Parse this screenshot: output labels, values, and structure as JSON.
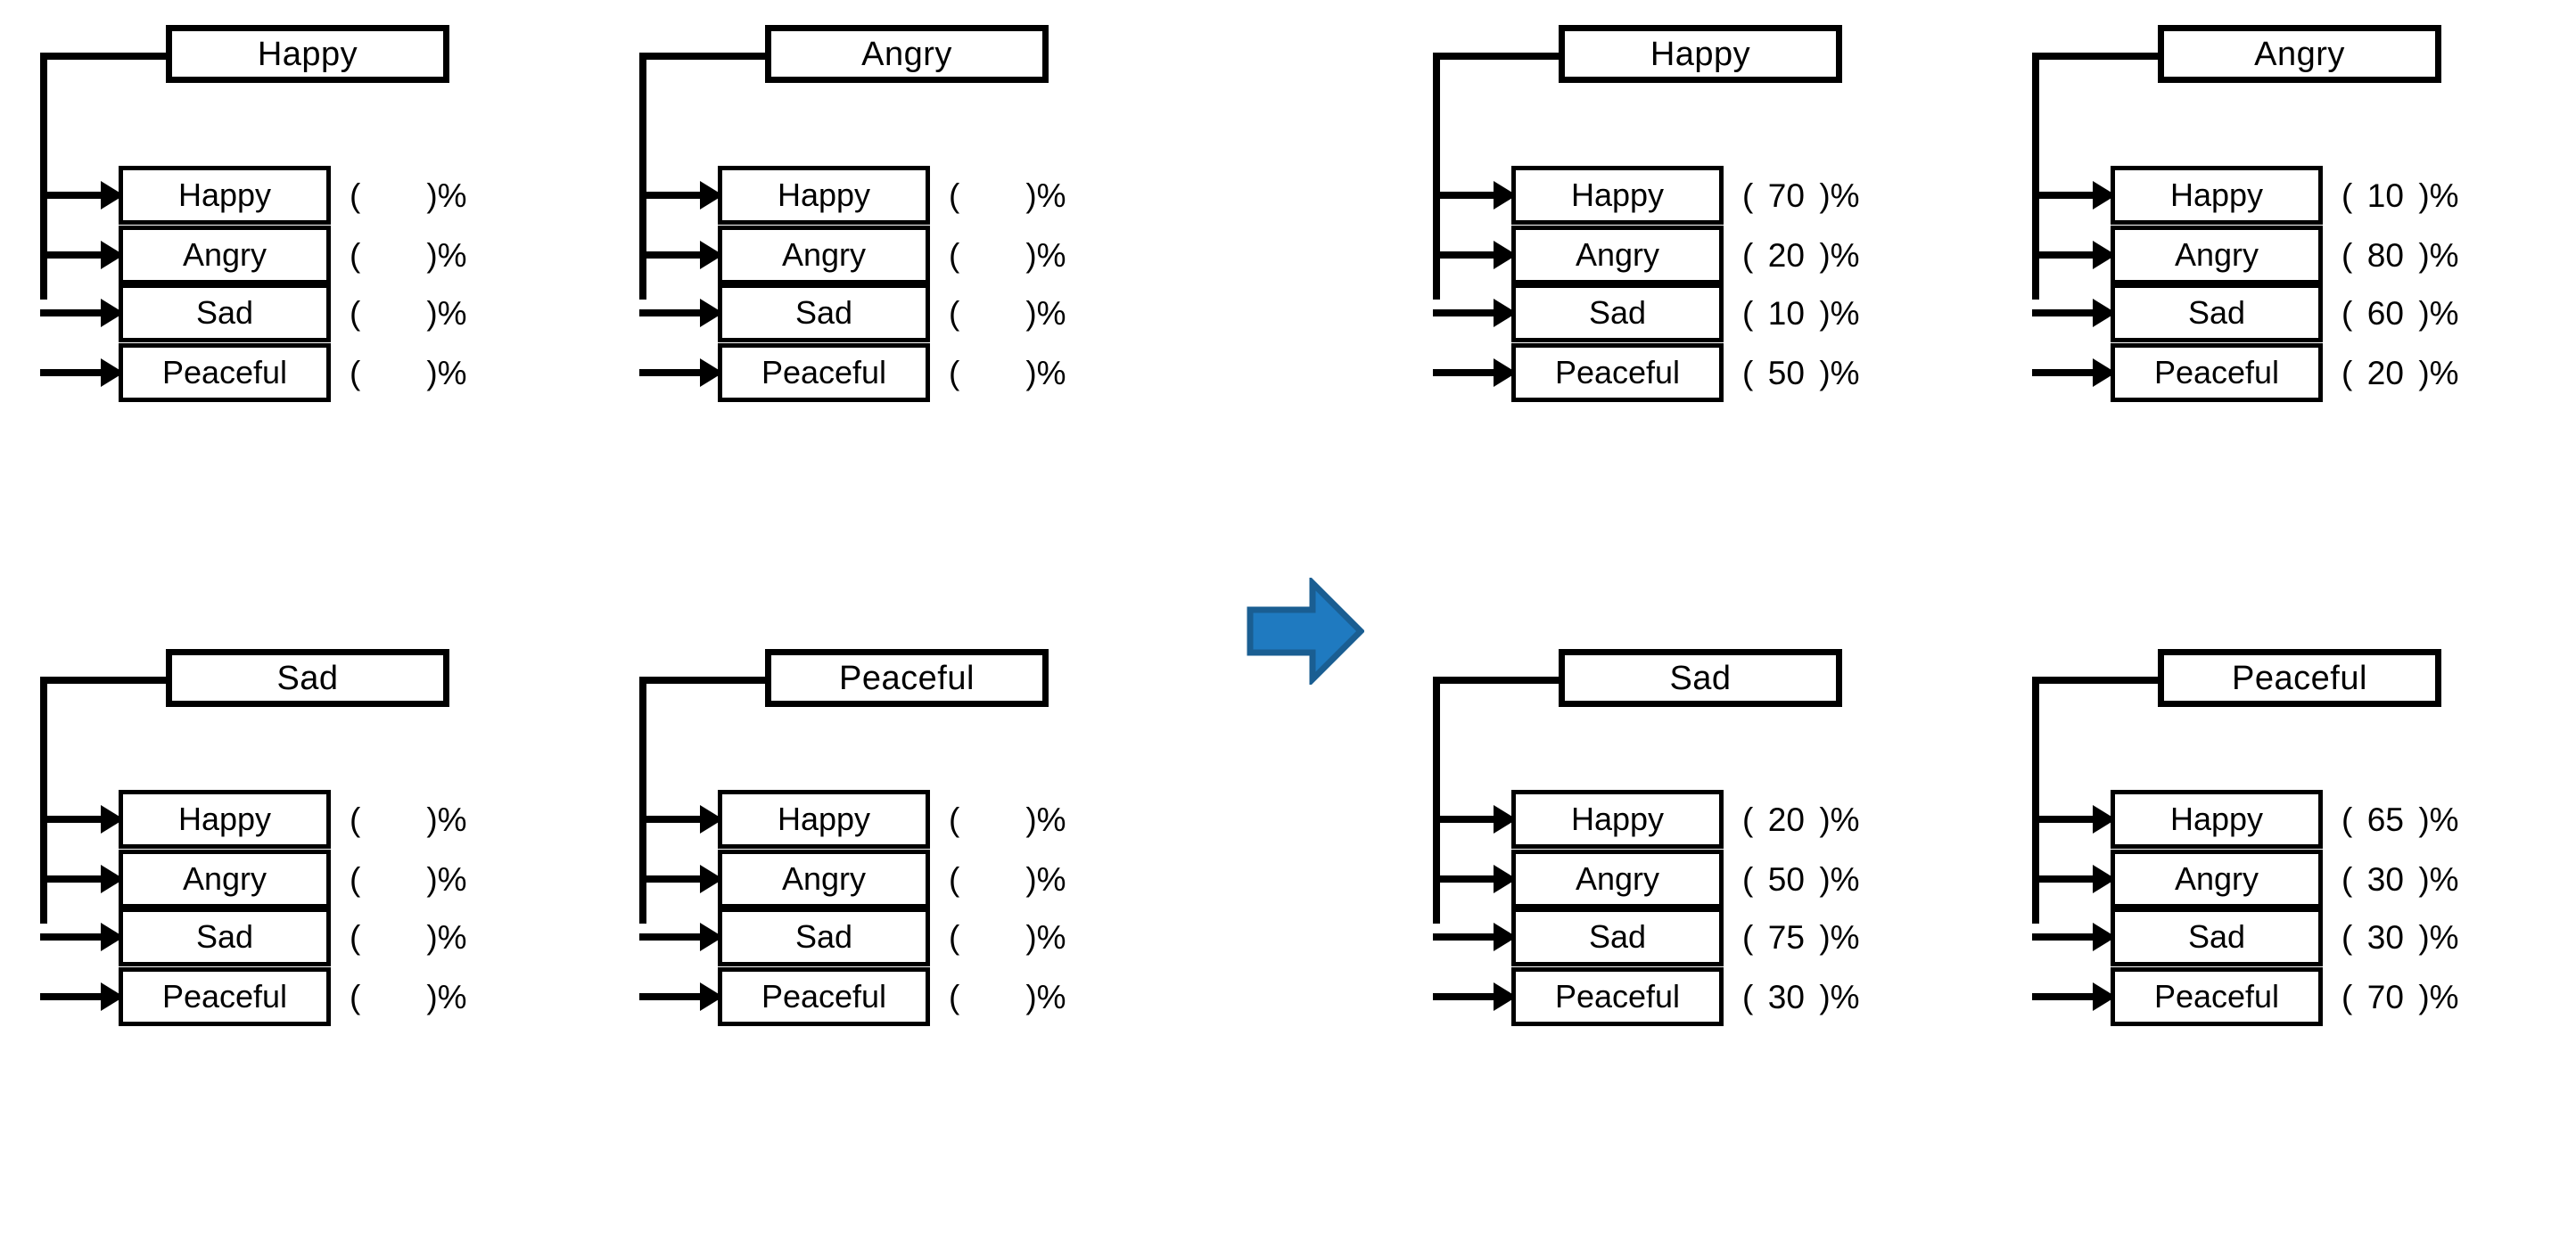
{
  "diagram": {
    "title_absent": true,
    "labels": {
      "percent_open": "(",
      "percent_close": ")%",
      "empty_value": ""
    },
    "transition_icon": {
      "name": "right-arrow-icon",
      "fill_color": "#1F7AC0",
      "stroke_color": "#1A5E92"
    },
    "left_panel": {
      "groups": [
        {
          "header": "Happy",
          "rows": [
            {
              "label": "Happy",
              "value": ""
            },
            {
              "label": "Angry",
              "value": ""
            },
            {
              "label": "Sad",
              "value": ""
            },
            {
              "label": "Peaceful",
              "value": ""
            }
          ]
        },
        {
          "header": "Angry",
          "rows": [
            {
              "label": "Happy",
              "value": ""
            },
            {
              "label": "Angry",
              "value": ""
            },
            {
              "label": "Sad",
              "value": ""
            },
            {
              "label": "Peaceful",
              "value": ""
            }
          ]
        },
        {
          "header": "Sad",
          "rows": [
            {
              "label": "Happy",
              "value": ""
            },
            {
              "label": "Angry",
              "value": ""
            },
            {
              "label": "Sad",
              "value": ""
            },
            {
              "label": "Peaceful",
              "value": ""
            }
          ]
        },
        {
          "header": "Peaceful",
          "rows": [
            {
              "label": "Happy",
              "value": ""
            },
            {
              "label": "Angry",
              "value": ""
            },
            {
              "label": "Sad",
              "value": ""
            },
            {
              "label": "Peaceful",
              "value": ""
            }
          ]
        }
      ]
    },
    "right_panel": {
      "groups": [
        {
          "header": "Happy",
          "rows": [
            {
              "label": "Happy",
              "value": "70"
            },
            {
              "label": "Angry",
              "value": "20"
            },
            {
              "label": "Sad",
              "value": "10"
            },
            {
              "label": "Peaceful",
              "value": "50"
            }
          ]
        },
        {
          "header": "Angry",
          "rows": [
            {
              "label": "Happy",
              "value": "10"
            },
            {
              "label": "Angry",
              "value": "80"
            },
            {
              "label": "Sad",
              "value": "60"
            },
            {
              "label": "Peaceful",
              "value": "20"
            }
          ]
        },
        {
          "header": "Sad",
          "rows": [
            {
              "label": "Happy",
              "value": "20"
            },
            {
              "label": "Angry",
              "value": "50"
            },
            {
              "label": "Sad",
              "value": "75"
            },
            {
              "label": "Peaceful",
              "value": "30"
            }
          ]
        },
        {
          "header": "Peaceful",
          "rows": [
            {
              "label": "Happy",
              "value": "65"
            },
            {
              "label": "Angry",
              "value": "30"
            },
            {
              "label": "Sad",
              "value": "30"
            },
            {
              "label": "Peaceful",
              "value": "70"
            }
          ]
        }
      ]
    }
  }
}
